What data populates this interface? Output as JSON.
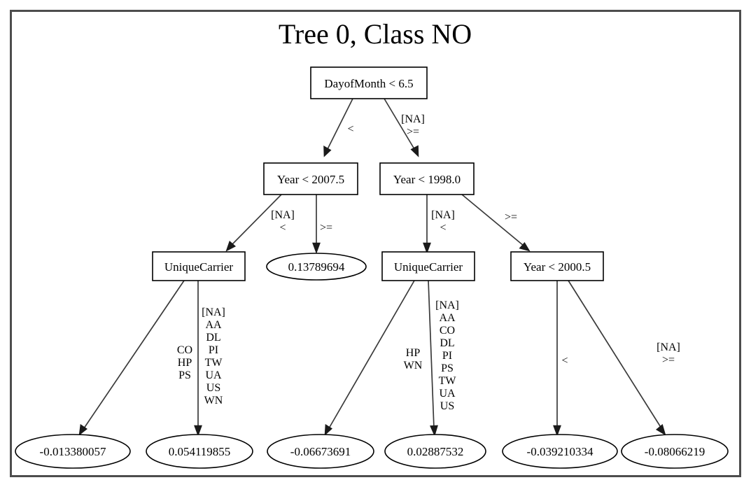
{
  "figure": {
    "title": "Tree 0, Class NO",
    "type": "decision-tree-diagram",
    "border_color": "#4d4d4d",
    "node_color": "#000000",
    "background": "#ffffff"
  },
  "tree": {
    "root": {
      "id": "n0",
      "label": "DayofMonth < 6.5",
      "shape": "box"
    },
    "level1": [
      {
        "id": "n1",
        "label": "Year < 2007.5",
        "shape": "box"
      },
      {
        "id": "n2",
        "label": "Year < 1998.0",
        "shape": "box"
      }
    ],
    "level2": [
      {
        "id": "n3",
        "label": "UniqueCarrier",
        "shape": "box"
      },
      {
        "id": "n4",
        "label": "0.13789694",
        "shape": "ellipse"
      },
      {
        "id": "n5",
        "label": "UniqueCarrier",
        "shape": "box"
      },
      {
        "id": "n6",
        "label": "Year < 2000.5",
        "shape": "box"
      }
    ],
    "leaves": [
      {
        "id": "l1",
        "label": "-0.013380057",
        "shape": "ellipse"
      },
      {
        "id": "l2",
        "label": "0.054119855",
        "shape": "ellipse"
      },
      {
        "id": "l3",
        "label": "-0.06673691",
        "shape": "ellipse"
      },
      {
        "id": "l4",
        "label": "0.02887532",
        "shape": "ellipse"
      },
      {
        "id": "l5",
        "label": "-0.039210334",
        "shape": "ellipse"
      },
      {
        "id": "l6",
        "label": "-0.08066219",
        "shape": "ellipse"
      }
    ],
    "edge_labels": {
      "root_left": "<",
      "root_right_na": "[NA]",
      "root_right_op": ">=",
      "n1_left_na": "[NA]",
      "n1_left_op": "<",
      "n1_right_op": ">=",
      "n2_left_na": "[NA]",
      "n2_left_op": "<",
      "n2_right_op": ">=",
      "n3_left": "CO\nHP\nPS",
      "n3_left_line1": "CO",
      "n3_left_line2": "HP",
      "n3_left_line3": "PS",
      "n3_right_line1": "[NA]",
      "n3_right_line2": "AA",
      "n3_right_line3": "DL",
      "n3_right_line4": "PI",
      "n3_right_line5": "TW",
      "n3_right_line6": "UA",
      "n3_right_line7": "US",
      "n3_right_line8": "WN",
      "n5_left_line1": "HP",
      "n5_left_line2": "WN",
      "n5_right_line1": "[NA]",
      "n5_right_line2": "AA",
      "n5_right_line3": "CO",
      "n5_right_line4": "DL",
      "n5_right_line5": "PI",
      "n5_right_line6": "PS",
      "n5_right_line7": "TW",
      "n5_right_line8": "UA",
      "n5_right_line9": "US",
      "n6_left_op": "<",
      "n6_right_na": "[NA]",
      "n6_right_op": ">="
    }
  },
  "chart_data": {
    "type": "tree",
    "title": "Tree 0, Class NO",
    "nodes": [
      {
        "id": "n0",
        "label": "DayofMonth < 6.5",
        "kind": "split",
        "feature": "DayofMonth",
        "threshold": 6.5
      },
      {
        "id": "n1",
        "label": "Year < 2007.5",
        "kind": "split",
        "feature": "Year",
        "threshold": 2007.5
      },
      {
        "id": "n2",
        "label": "Year < 1998.0",
        "kind": "split",
        "feature": "Year",
        "threshold": 1998.0
      },
      {
        "id": "n3",
        "label": "UniqueCarrier",
        "kind": "split",
        "feature": "UniqueCarrier"
      },
      {
        "id": "n4",
        "label": "0.13789694",
        "kind": "leaf",
        "value": 0.13789694
      },
      {
        "id": "n5",
        "label": "UniqueCarrier",
        "kind": "split",
        "feature": "UniqueCarrier"
      },
      {
        "id": "n6",
        "label": "Year < 2000.5",
        "kind": "split",
        "feature": "Year",
        "threshold": 2000.5
      },
      {
        "id": "l1",
        "label": "-0.013380057",
        "kind": "leaf",
        "value": -0.013380057
      },
      {
        "id": "l2",
        "label": "0.054119855",
        "kind": "leaf",
        "value": 0.054119855
      },
      {
        "id": "l3",
        "label": "-0.06673691",
        "kind": "leaf",
        "value": -0.06673691
      },
      {
        "id": "l4",
        "label": "0.02887532",
        "kind": "leaf",
        "value": 0.02887532
      },
      {
        "id": "l5",
        "label": "-0.039210334",
        "kind": "leaf",
        "value": -0.039210334
      },
      {
        "id": "l6",
        "label": "-0.08066219",
        "kind": "leaf",
        "value": -0.08066219
      }
    ],
    "edges": [
      {
        "from": "n0",
        "to": "n1",
        "label": "<"
      },
      {
        "from": "n0",
        "to": "n2",
        "label": "[NA] >="
      },
      {
        "from": "n1",
        "to": "n3",
        "label": "[NA] <"
      },
      {
        "from": "n1",
        "to": "n4",
        "label": ">="
      },
      {
        "from": "n2",
        "to": "n5",
        "label": "[NA] <"
      },
      {
        "from": "n2",
        "to": "n6",
        "label": ">="
      },
      {
        "from": "n3",
        "to": "l1",
        "label": "CO HP PS"
      },
      {
        "from": "n3",
        "to": "l2",
        "label": "[NA] AA DL PI TW UA US WN"
      },
      {
        "from": "n5",
        "to": "l3",
        "label": "HP WN"
      },
      {
        "from": "n5",
        "to": "l4",
        "label": "[NA] AA CO DL PI PS TW UA US"
      },
      {
        "from": "n6",
        "to": "l5",
        "label": "<"
      },
      {
        "from": "n6",
        "to": "l6",
        "label": "[NA] >="
      }
    ]
  }
}
